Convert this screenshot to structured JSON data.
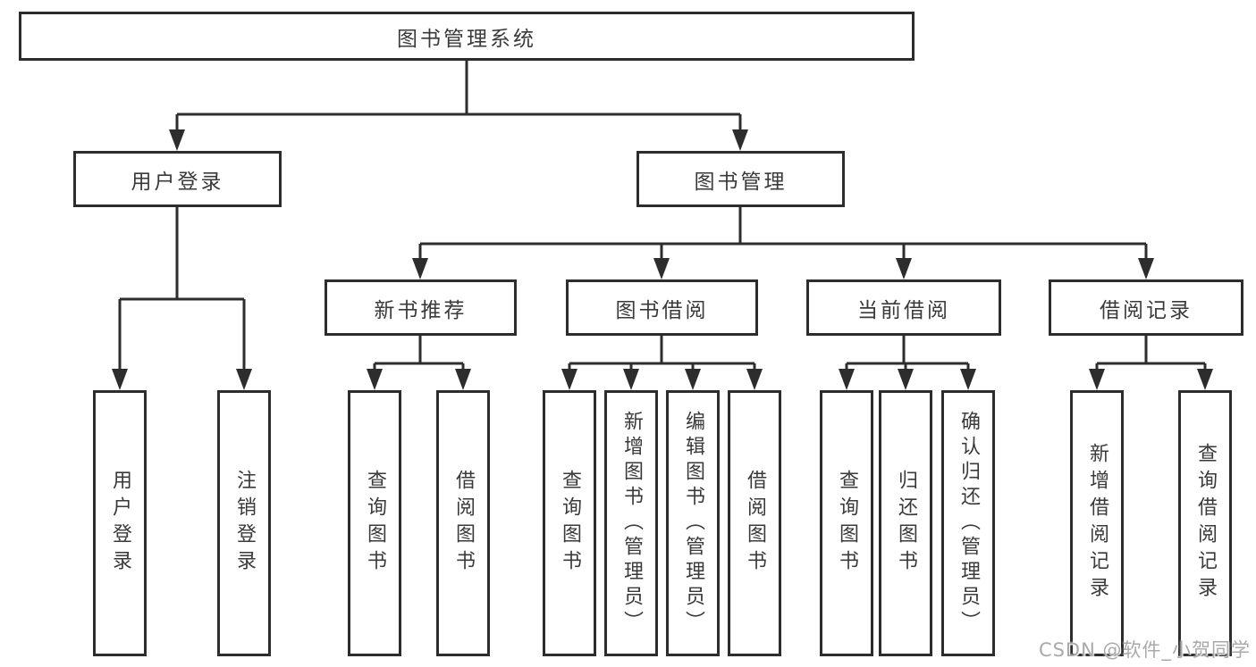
{
  "diagram": {
    "root": {
      "label": "图书管理系统"
    },
    "branches": [
      {
        "label": "用户登录",
        "children": [
          {
            "label": "用户登录"
          },
          {
            "label": "注销登录"
          }
        ]
      },
      {
        "label": "图书管理",
        "children": [
          {
            "label": "新书推荐",
            "children": [
              {
                "label": "查询图书"
              },
              {
                "label": "借阅图书"
              }
            ]
          },
          {
            "label": "图书借阅",
            "children": [
              {
                "label": "查询图书"
              },
              {
                "label": "新增图书（管理员）"
              },
              {
                "label": "编辑图书（管理员）"
              },
              {
                "label": "借阅图书"
              }
            ]
          },
          {
            "label": "当前借阅",
            "children": [
              {
                "label": "查询图书"
              },
              {
                "label": "归还图书"
              },
              {
                "label": "确认归还（管理员）"
              }
            ]
          },
          {
            "label": "借阅记录",
            "children": [
              {
                "label": "新增借阅记录"
              },
              {
                "label": "查询借阅记录"
              }
            ]
          }
        ]
      }
    ]
  },
  "watermark": {
    "text": "CSDN @软件_小贺同学"
  },
  "colors": {
    "line": "#2d2d2d",
    "text": "#3a3a3a",
    "background": "#ffffff",
    "watermark": "#a9a9a9"
  }
}
